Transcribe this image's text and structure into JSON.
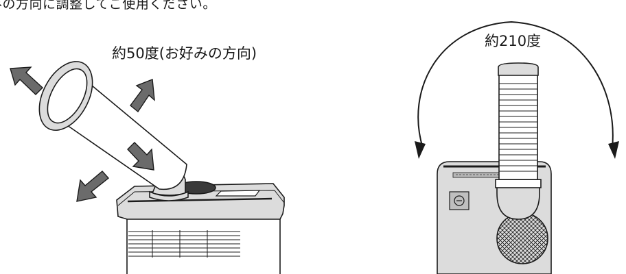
{
  "caption": "みの方向に調整してご使用ください。",
  "left_figure": {
    "angle_label": "約50度(お好みの方向)"
  },
  "right_figure": {
    "angle_label": "約210度"
  },
  "colors": {
    "outline": "#1a1a1a",
    "arrow_fill": "#6b6b6b",
    "unit_fill": "#dcdcdc",
    "dark_fill": "#3a3a3a"
  },
  "icons": {
    "direction_arrows": "arrow-icon",
    "rotation_arrow": "curved-arrow-icon"
  }
}
